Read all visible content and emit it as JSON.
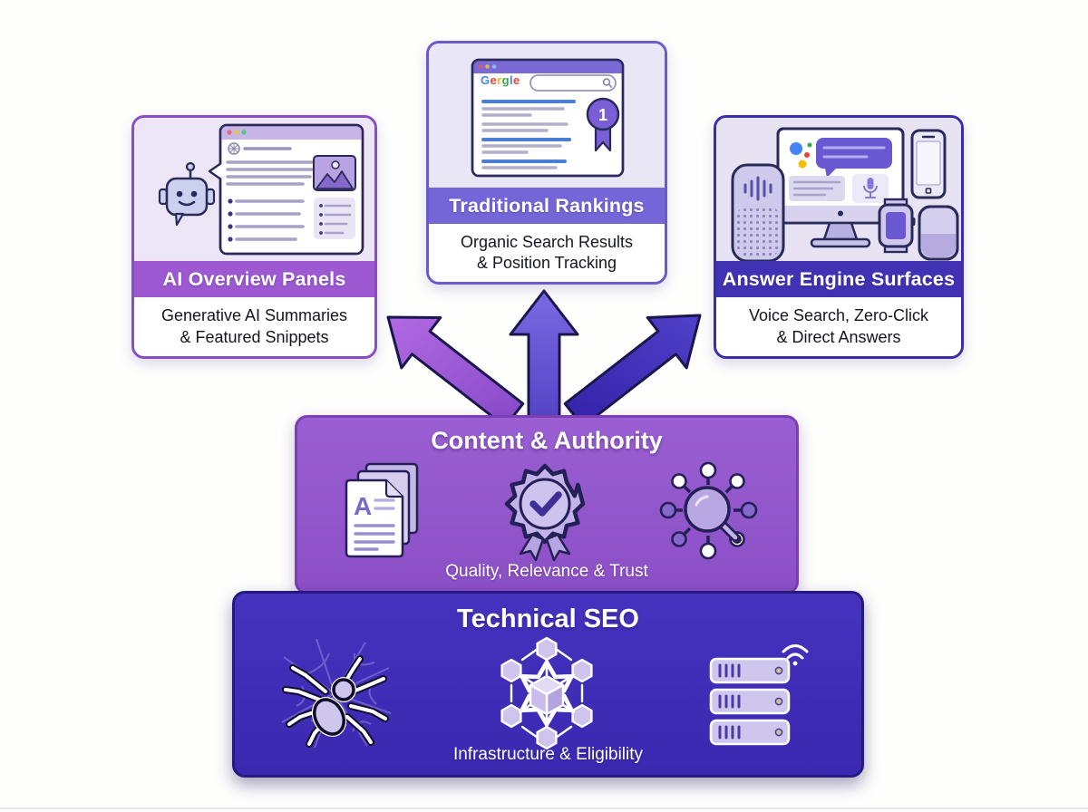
{
  "panels": [
    {
      "id": "ai-overview",
      "title": "AI Overview Panels",
      "description": [
        "Generative AI Summaries",
        "& Featured Snippets"
      ],
      "header_color": "#9c59d1",
      "border_color": "#8a4cc5",
      "illustration": "robot-chat-browser"
    },
    {
      "id": "traditional-rankings",
      "title": "Traditional Rankings",
      "description": [
        "Organic Search Results",
        "& Position Tracking"
      ],
      "header_color": "#7466d6",
      "border_color": "#6a5bcb",
      "illustration": "search-results-page",
      "browser": {
        "logo": "Gergle",
        "logo_letters": [
          {
            "ch": "G",
            "color": "#4285f4"
          },
          {
            "ch": "e",
            "color": "#ea4335"
          },
          {
            "ch": "r",
            "color": "#fbbc05"
          },
          {
            "ch": "g",
            "color": "#34a853"
          },
          {
            "ch": "l",
            "color": "#4285f4"
          },
          {
            "ch": "e",
            "color": "#ea4335"
          }
        ],
        "rank_badge": "1"
      }
    },
    {
      "id": "answer-engine-surfaces",
      "title": "Answer Engine Surfaces",
      "description": [
        "Voice Search, Zero-Click",
        "& Direct Answers"
      ],
      "header_color": "#4132b4",
      "border_color": "#3b2cab",
      "illustration": "voice-devices-assistant"
    }
  ],
  "layers": [
    {
      "id": "content-authority",
      "title": "Content & Authority",
      "subtitle": "Quality, Relevance & Trust",
      "bg_color": "#9156cb",
      "document_letter": "A",
      "icons": [
        "documents-icon",
        "award-check-icon",
        "link-network-search-icon"
      ]
    },
    {
      "id": "technical-seo",
      "title": "Technical SEO",
      "subtitle": "Infrastructure & Eligibility",
      "bg_color": "#3b28b5",
      "icons": [
        "crawler-spider-icon",
        "schema-cube-icon",
        "server-stack-icon"
      ]
    }
  ],
  "arrows": {
    "left_color": "#9a5ad2",
    "center_color": "#6a5cd6",
    "right_color": "#4430b8",
    "outline_color": "#1b1650"
  }
}
